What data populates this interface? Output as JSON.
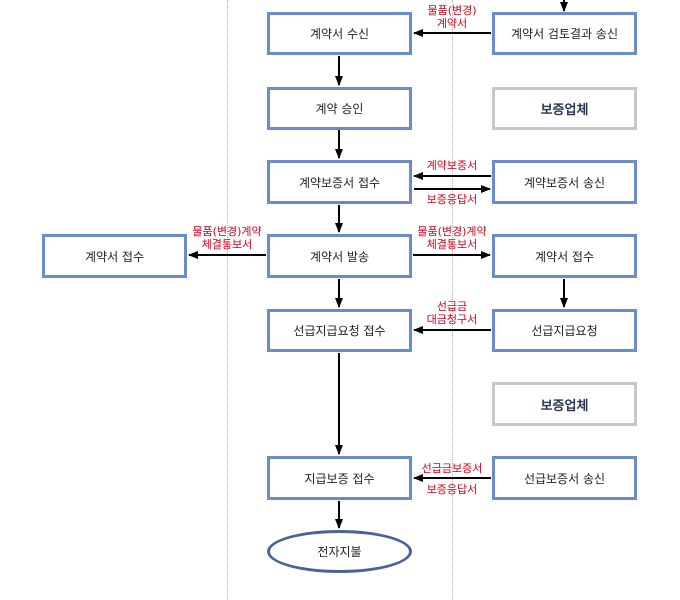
{
  "colors": {
    "box_border": "#6b8ccb",
    "gray_border": "#c8c8c8",
    "ellipse_border": "#4a6397",
    "label_text": "#d0001a",
    "arrow": "#000000"
  },
  "left_column": {
    "contract_receive": "계약서 접수"
  },
  "center_column": {
    "contract_receipt": "계약서 수신",
    "contract_approval": "계약 승인",
    "guarantee_receive": "계약보증서 접수",
    "contract_send": "계약서 발송",
    "advance_request_receive": "선급지급요청 접수",
    "payment_guarantee_receive": "지급보증 접수",
    "e_payment": "전자지불"
  },
  "right_column": {
    "review_result_send": "계약서 검토결과 송신",
    "guarantor_1": "보증업체",
    "guarantee_send": "계약보증서 송신",
    "contract_receive": "계약서 접수",
    "advance_request": "선급지급요청",
    "guarantor_2": "보증업체",
    "advance_guarantee_send": "선급보증서 송신"
  },
  "flow_labels": {
    "goods_contract_line1": "물품(변경)",
    "goods_contract_line2": "계약서",
    "guarantee_doc": "계약보증서",
    "guarantee_response": "보증응답서",
    "notice_left_line1": "물품(변경)계약",
    "notice_left_line2": "체결통보서",
    "notice_right_line1": "물품(변경)계약",
    "notice_right_line2": "체결통보서",
    "advance_line1": "선급금",
    "advance_line2": "대금청구서",
    "advance_guarantee": "선급금보증서",
    "advance_guarantee_response": "보증응답서"
  }
}
